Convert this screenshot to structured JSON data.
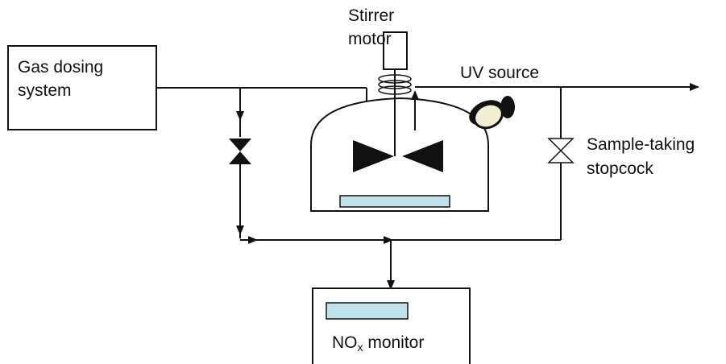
{
  "labels": {
    "gas_dosing_line1": "Gas dosing",
    "gas_dosing_line2": "system",
    "stirrer_line1": "Stirrer",
    "stirrer_line2": "motor",
    "uv_source": "UV source",
    "sample_line1": "Sample-taking",
    "sample_line2": "stopcock",
    "nox_prefix": "NO",
    "nox_subscript": "x",
    "nox_suffix": " monitor"
  },
  "colors": {
    "line": "#111111",
    "window_fill": "#bfe3ea",
    "lamp_lens": "#f2f0d0"
  },
  "icons": {
    "valve_closed": "bowtie-valve-filled",
    "valve_open": "bowtie-valve-open",
    "uv_lamp": "lamp-icon",
    "impeller": "impeller-blades-icon",
    "stirrer_shaft": "spring-coupling-icon"
  }
}
